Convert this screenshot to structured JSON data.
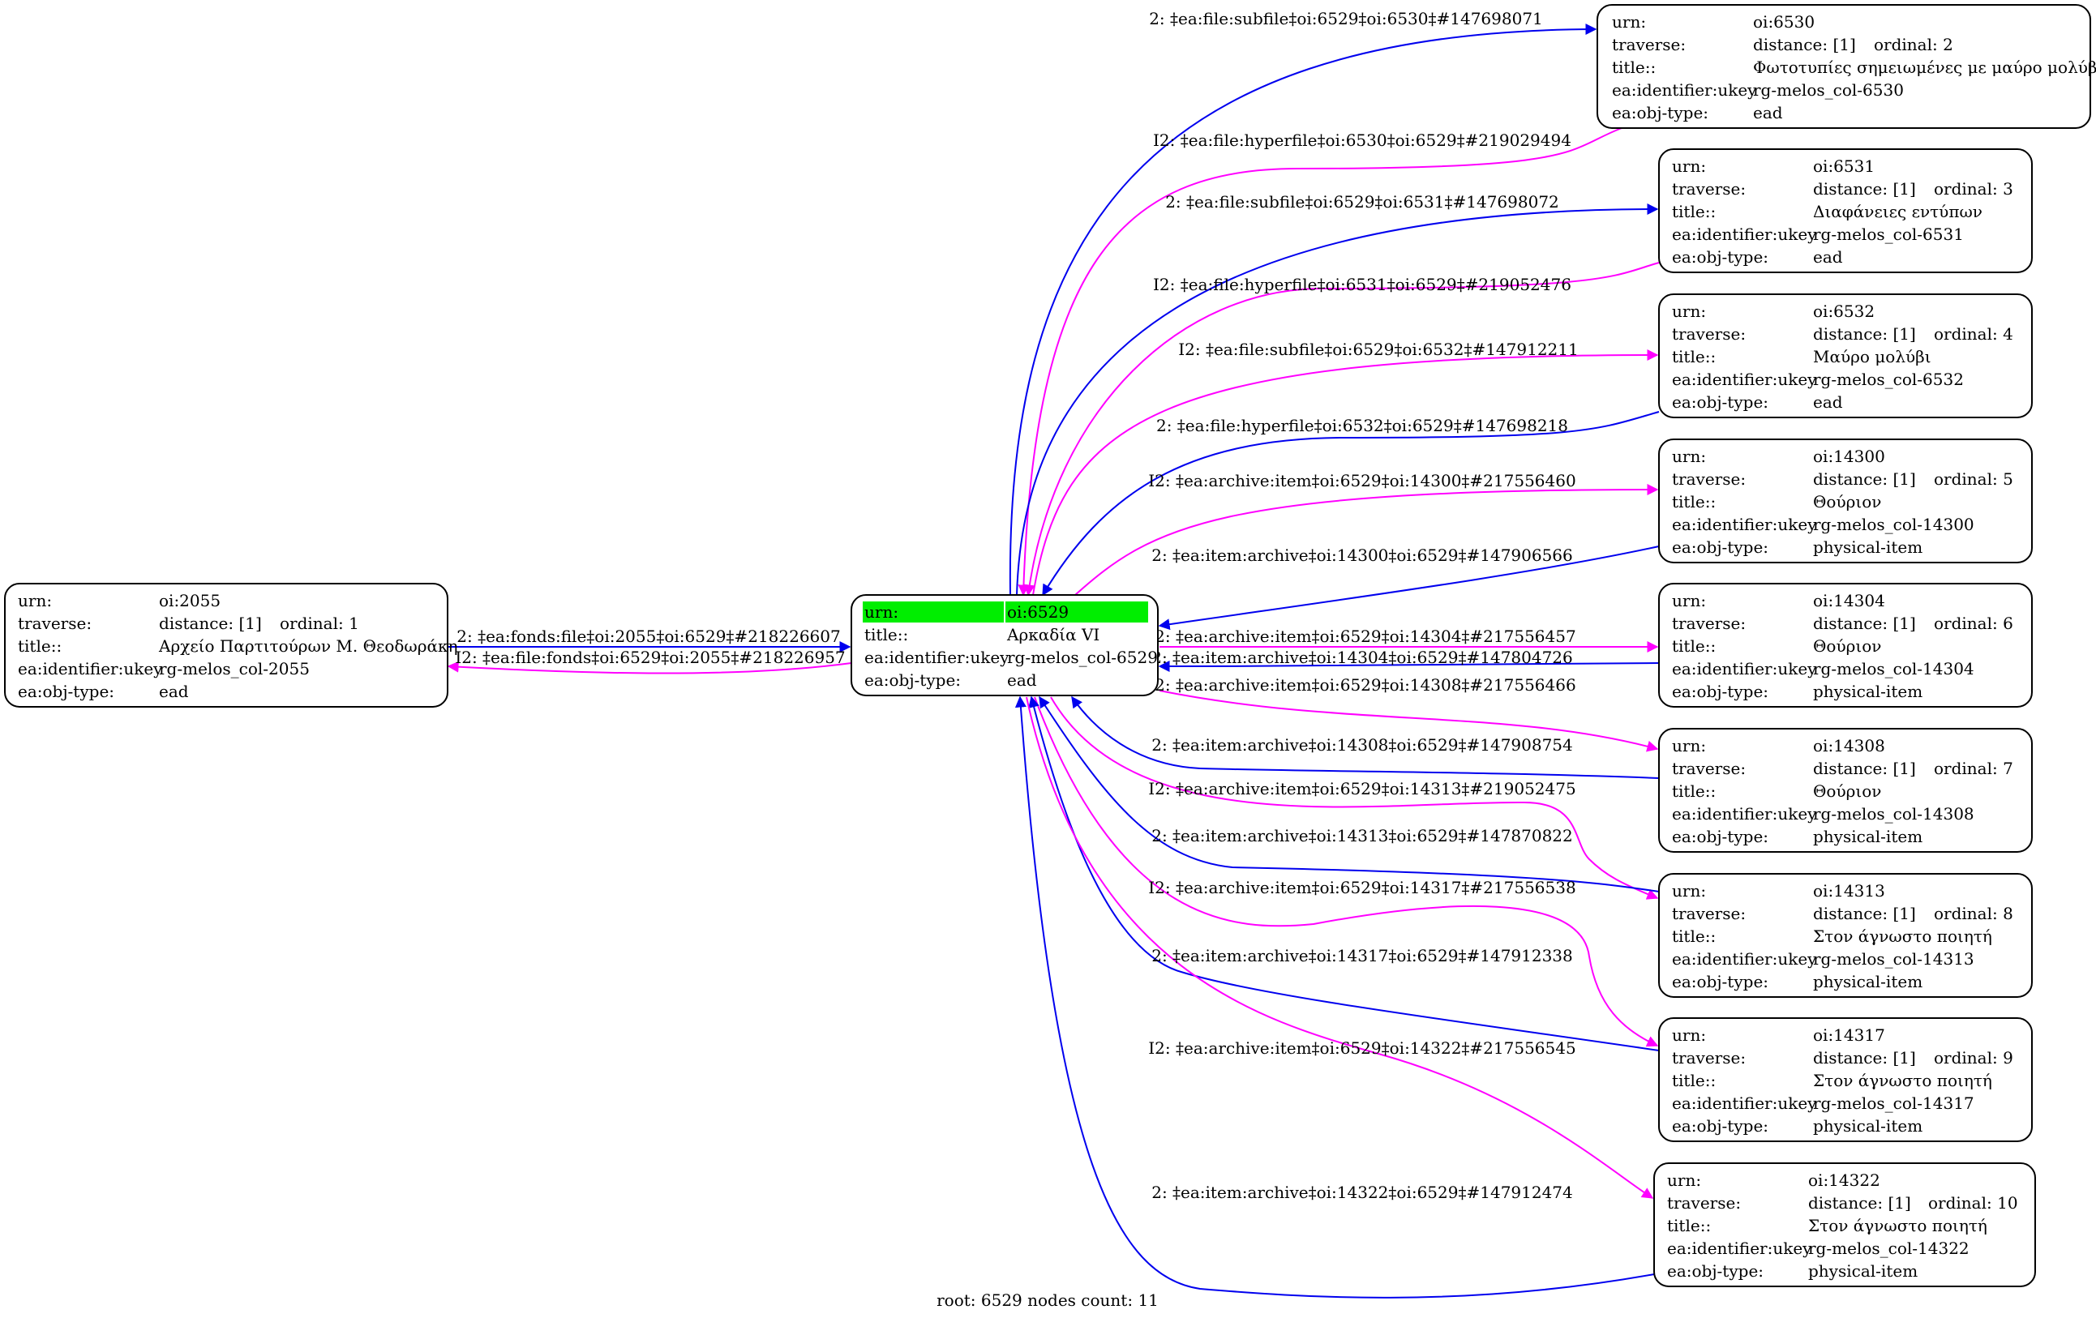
{
  "colors": {
    "blue": "#0000ee",
    "magenta": "#ff00ff",
    "highlight": "#00ee00"
  },
  "footer": "root: 6529 nodes count: 11",
  "nodes": {
    "n2055": {
      "rows": [
        {
          "k": "urn:",
          "v": "oi:2055"
        },
        {
          "k": "traverse:",
          "v": "distance: [1]",
          "v2": "ordinal: 1"
        },
        {
          "k": "title::",
          "v": "Αρχείο Παρτιτούρων Μ. Θεοδωράκη"
        },
        {
          "k": "ea:identifier:ukey",
          "v": "rg-melos_col-2055"
        },
        {
          "k": "ea:obj-type:",
          "v": "ead"
        }
      ]
    },
    "n6529": {
      "root": true,
      "rows": [
        {
          "k": "urn:",
          "v": "oi:6529"
        },
        {
          "k": "title::",
          "v": "Αρκαδία VI"
        },
        {
          "k": "ea:identifier:ukey",
          "v": "rg-melos_col-6529"
        },
        {
          "k": "ea:obj-type:",
          "v": "ead"
        }
      ]
    },
    "n6530": {
      "rows": [
        {
          "k": "urn:",
          "v": "oi:6530"
        },
        {
          "k": "traverse:",
          "v": "distance: [1]",
          "v2": "ordinal: 2"
        },
        {
          "k": "title::",
          "v": "Φωτοτυπίες σημειωμένες με μαύρο μολύβι"
        },
        {
          "k": "ea:identifier:ukey",
          "v": "rg-melos_col-6530"
        },
        {
          "k": "ea:obj-type:",
          "v": "ead"
        }
      ]
    },
    "n6531": {
      "rows": [
        {
          "k": "urn:",
          "v": "oi:6531"
        },
        {
          "k": "traverse:",
          "v": "distance: [1]",
          "v2": "ordinal: 3"
        },
        {
          "k": "title::",
          "v": "Διαφάνειες εντύπων"
        },
        {
          "k": "ea:identifier:ukey",
          "v": "rg-melos_col-6531"
        },
        {
          "k": "ea:obj-type:",
          "v": "ead"
        }
      ]
    },
    "n6532": {
      "rows": [
        {
          "k": "urn:",
          "v": "oi:6532"
        },
        {
          "k": "traverse:",
          "v": "distance: [1]",
          "v2": "ordinal: 4"
        },
        {
          "k": "title::",
          "v": "Μαύρο μολύβι"
        },
        {
          "k": "ea:identifier:ukey",
          "v": "rg-melos_col-6532"
        },
        {
          "k": "ea:obj-type:",
          "v": "ead"
        }
      ]
    },
    "n14300": {
      "rows": [
        {
          "k": "urn:",
          "v": "oi:14300"
        },
        {
          "k": "traverse:",
          "v": "distance: [1]",
          "v2": "ordinal: 5"
        },
        {
          "k": "title::",
          "v": "Θούριον"
        },
        {
          "k": "ea:identifier:ukey",
          "v": "rg-melos_col-14300"
        },
        {
          "k": "ea:obj-type:",
          "v": "physical-item"
        }
      ]
    },
    "n14304": {
      "rows": [
        {
          "k": "urn:",
          "v": "oi:14304"
        },
        {
          "k": "traverse:",
          "v": "distance: [1]",
          "v2": "ordinal: 6"
        },
        {
          "k": "title::",
          "v": "Θούριον"
        },
        {
          "k": "ea:identifier:ukey",
          "v": "rg-melos_col-14304"
        },
        {
          "k": "ea:obj-type:",
          "v": "physical-item"
        }
      ]
    },
    "n14308": {
      "rows": [
        {
          "k": "urn:",
          "v": "oi:14308"
        },
        {
          "k": "traverse:",
          "v": "distance: [1]",
          "v2": "ordinal: 7"
        },
        {
          "k": "title::",
          "v": "Θούριον"
        },
        {
          "k": "ea:identifier:ukey",
          "v": "rg-melos_col-14308"
        },
        {
          "k": "ea:obj-type:",
          "v": "physical-item"
        }
      ]
    },
    "n14313": {
      "rows": [
        {
          "k": "urn:",
          "v": "oi:14313"
        },
        {
          "k": "traverse:",
          "v": "distance: [1]",
          "v2": "ordinal: 8"
        },
        {
          "k": "title::",
          "v": "Στον άγνωστο ποιητή"
        },
        {
          "k": "ea:identifier:ukey",
          "v": "rg-melos_col-14313"
        },
        {
          "k": "ea:obj-type:",
          "v": "physical-item"
        }
      ]
    },
    "n14317": {
      "rows": [
        {
          "k": "urn:",
          "v": "oi:14317"
        },
        {
          "k": "traverse:",
          "v": "distance: [1]",
          "v2": "ordinal: 9"
        },
        {
          "k": "title::",
          "v": "Στον άγνωστο ποιητή"
        },
        {
          "k": "ea:identifier:ukey",
          "v": "rg-melos_col-14317"
        },
        {
          "k": "ea:obj-type:",
          "v": "physical-item"
        }
      ]
    },
    "n14322": {
      "rows": [
        {
          "k": "urn:",
          "v": "oi:14322"
        },
        {
          "k": "traverse:",
          "v": "distance: [1]",
          "v2": "ordinal: 10"
        },
        {
          "k": "title::",
          "v": "Στον άγνωστο ποιητή"
        },
        {
          "k": "ea:identifier:ukey",
          "v": "rg-melos_col-14322"
        },
        {
          "k": "ea:obj-type:",
          "v": "physical-item"
        }
      ]
    }
  },
  "edges": [
    {
      "id": "e1",
      "color": "blue",
      "label": "2: ‡ea:fonds:file‡oi:2055‡oi:6529‡#218226607"
    },
    {
      "id": "e2",
      "color": "magenta",
      "label": "I2: ‡ea:file:fonds‡oi:6529‡oi:2055‡#218226957"
    },
    {
      "id": "e3",
      "color": "blue",
      "label": "2: ‡ea:file:subfile‡oi:6529‡oi:6530‡#147698071"
    },
    {
      "id": "e4",
      "color": "magenta",
      "label": "I2: ‡ea:file:hyperfile‡oi:6530‡oi:6529‡#219029494"
    },
    {
      "id": "e5",
      "color": "blue",
      "label": "2: ‡ea:file:subfile‡oi:6529‡oi:6531‡#147698072"
    },
    {
      "id": "e6",
      "color": "magenta",
      "label": "I2: ‡ea:file:hyperfile‡oi:6531‡oi:6529‡#219052476"
    },
    {
      "id": "e7",
      "color": "magenta",
      "label": "I2: ‡ea:file:subfile‡oi:6529‡oi:6532‡#147912211"
    },
    {
      "id": "e8",
      "color": "blue",
      "label": "2: ‡ea:file:hyperfile‡oi:6532‡oi:6529‡#147698218"
    },
    {
      "id": "e9",
      "color": "magenta",
      "label": "I2: ‡ea:archive:item‡oi:6529‡oi:14300‡#217556460"
    },
    {
      "id": "e10",
      "color": "blue",
      "label": "2: ‡ea:item:archive‡oi:14300‡oi:6529‡#147906566"
    },
    {
      "id": "e11",
      "color": "magenta",
      "label": "I2: ‡ea:archive:item‡oi:6529‡oi:14304‡#217556457"
    },
    {
      "id": "e12",
      "color": "blue",
      "label": "2: ‡ea:item:archive‡oi:14304‡oi:6529‡#147804726"
    },
    {
      "id": "e13",
      "color": "magenta",
      "label": "I2: ‡ea:archive:item‡oi:6529‡oi:14308‡#217556466"
    },
    {
      "id": "e14",
      "color": "blue",
      "label": "2: ‡ea:item:archive‡oi:14308‡oi:6529‡#147908754"
    },
    {
      "id": "e15",
      "color": "magenta",
      "label": "I2: ‡ea:archive:item‡oi:6529‡oi:14313‡#219052475"
    },
    {
      "id": "e16",
      "color": "blue",
      "label": "2: ‡ea:item:archive‡oi:14313‡oi:6529‡#147870822"
    },
    {
      "id": "e17",
      "color": "magenta",
      "label": "I2: ‡ea:archive:item‡oi:6529‡oi:14317‡#217556538"
    },
    {
      "id": "e18",
      "color": "blue",
      "label": "2: ‡ea:item:archive‡oi:14317‡oi:6529‡#147912338"
    },
    {
      "id": "e19",
      "color": "magenta",
      "label": "I2: ‡ea:archive:item‡oi:6529‡oi:14322‡#217556545"
    },
    {
      "id": "e20",
      "color": "blue",
      "label": "2: ‡ea:item:archive‡oi:14322‡oi:6529‡#147912474"
    }
  ]
}
